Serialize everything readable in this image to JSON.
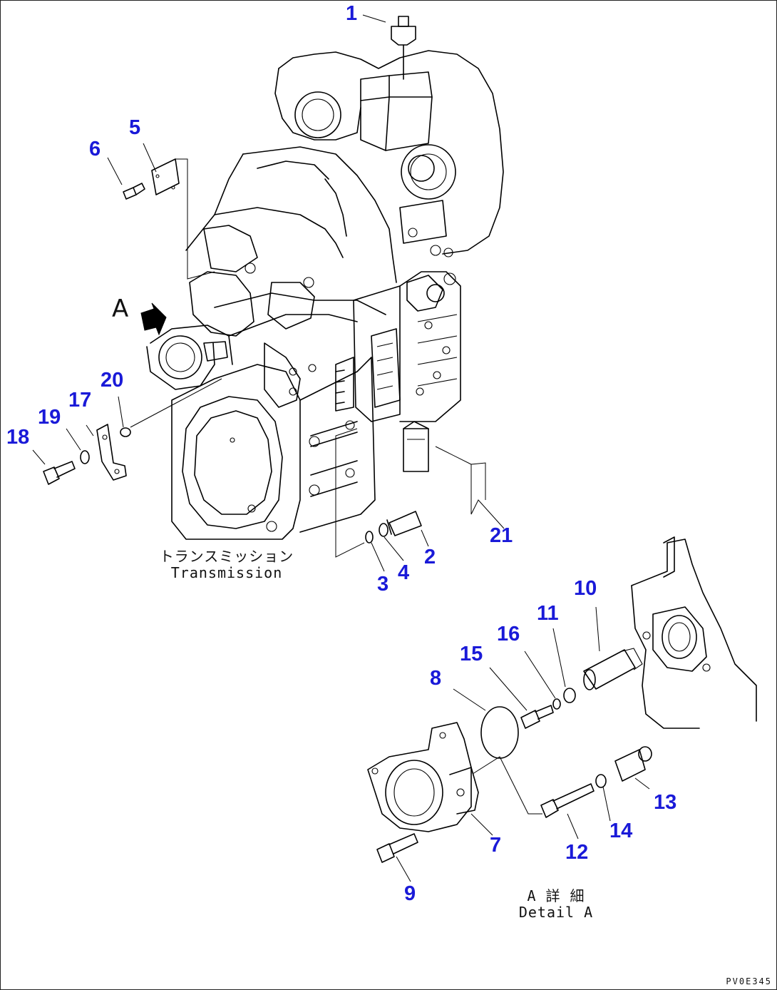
{
  "diagram": {
    "view_letter": "A",
    "callouts": [
      "1",
      "2",
      "3",
      "4",
      "5",
      "6",
      "7",
      "8",
      "9",
      "10",
      "11",
      "12",
      "13",
      "14",
      "15",
      "16",
      "17",
      "18",
      "19",
      "20",
      "21"
    ],
    "captions": {
      "transmission_jp": "トランスミッション",
      "transmission_en": "Transmission",
      "detail_jp": "A 詳 細",
      "detail_en": "Detail A"
    },
    "drawing_code": "PV0E345"
  },
  "colors": {
    "callout": "#1a1ad8",
    "line": "#000000",
    "background": "#ffffff"
  }
}
